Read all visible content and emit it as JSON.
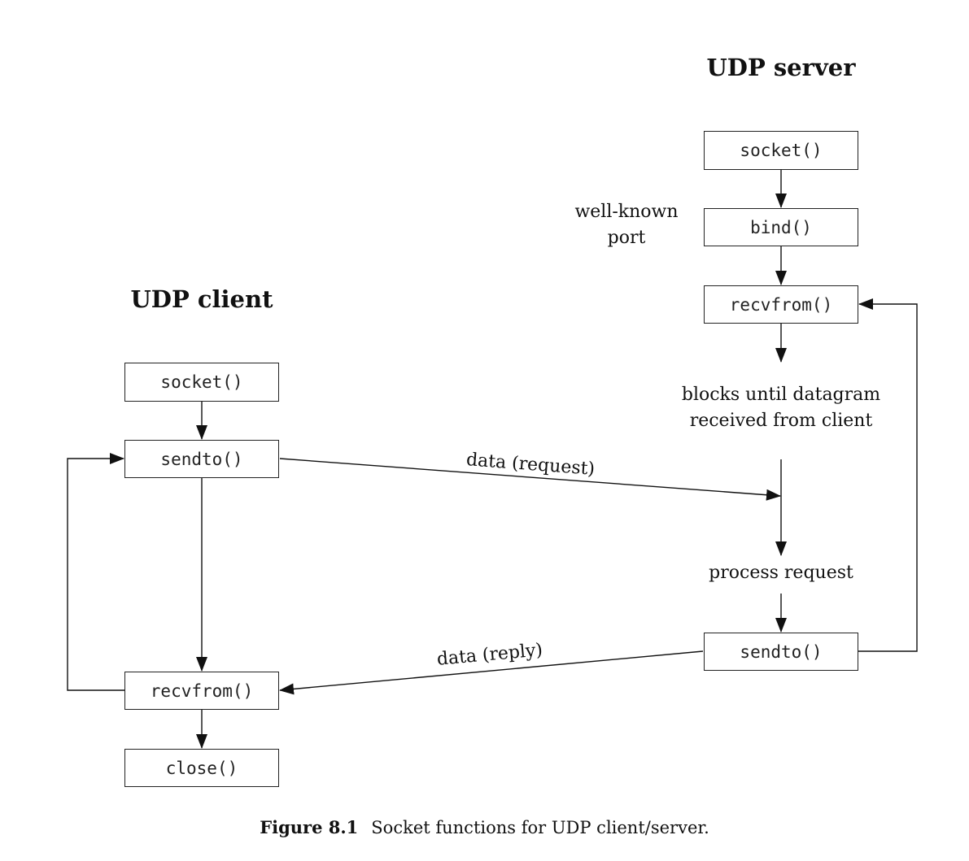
{
  "client": {
    "title": "UDP client",
    "boxes": {
      "socket": "socket()",
      "sendto": "sendto()",
      "recvfrom": "recvfrom()",
      "close": "close()"
    }
  },
  "server": {
    "title": "UDP server",
    "boxes": {
      "socket": "socket()",
      "bind": "bind()",
      "recvfrom": "recvfrom()",
      "sendto": "sendto()"
    },
    "port_note": [
      "well-known",
      "port"
    ],
    "blocks_note": [
      "blocks until datagram",
      "received from client"
    ],
    "process_note": "process request"
  },
  "messages": {
    "request": "data (request)",
    "reply": "data (reply)"
  },
  "caption": {
    "figure": "Figure 8.1",
    "text": "Socket functions for UDP client/server."
  }
}
